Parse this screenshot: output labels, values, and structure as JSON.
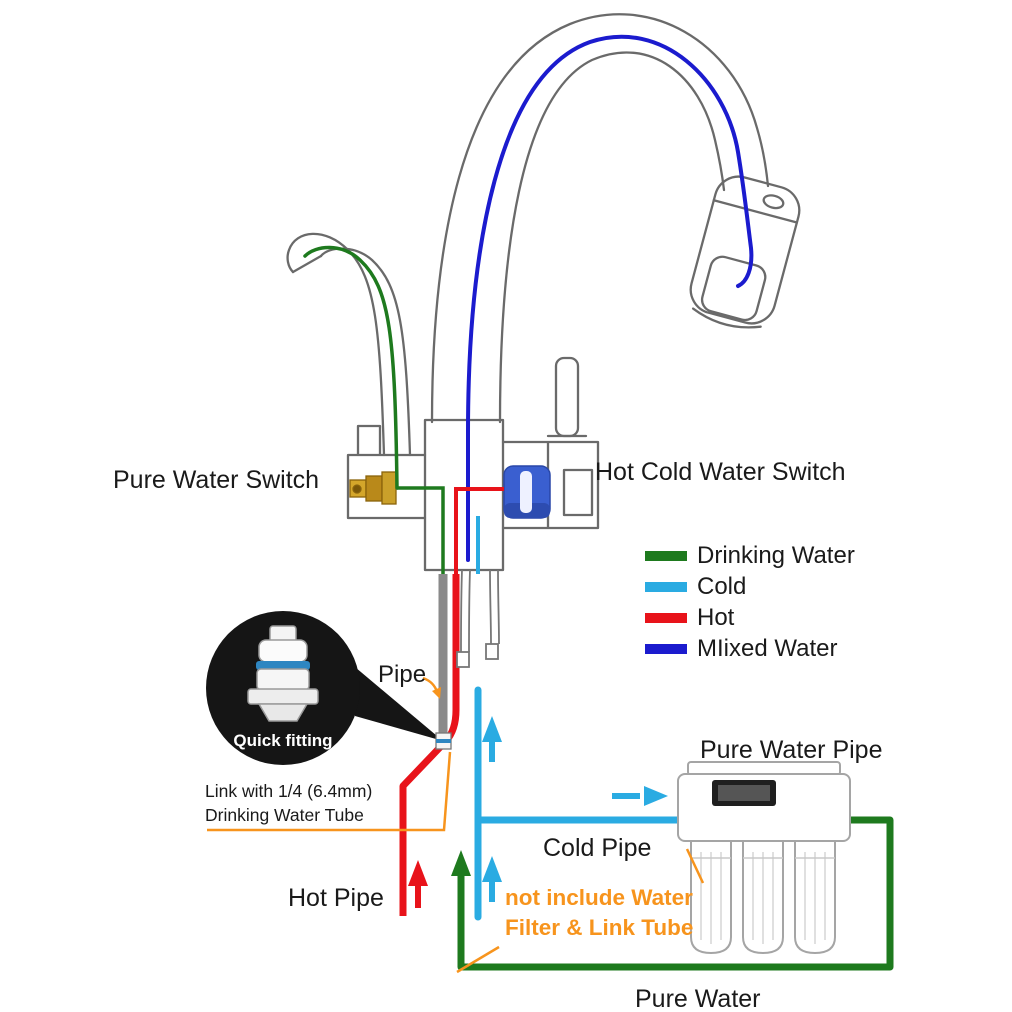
{
  "labels": {
    "pure_water_switch": "Pure Water Switch",
    "hot_cold_water_switch": "Hot Cold Water Switch",
    "pipe": "Pipe",
    "quick_fitting": "Quick fitting",
    "link_tube_line1": "Link with 1/4 (6.4mm)",
    "link_tube_line2": "Drinking Water Tube",
    "hot_pipe": "Hot Pipe",
    "cold_pipe": "Cold Pipe",
    "pure_water_pipe": "Pure Water Pipe",
    "not_include_line1": "not include Water",
    "not_include_line2": "Filter & Link Tube",
    "pure_water": "Pure Water"
  },
  "legend": {
    "items": [
      {
        "label": "Drinking Water",
        "color": "#1e7a1e"
      },
      {
        "label": "Cold",
        "color": "#2aabe2"
      },
      {
        "label": "Hot",
        "color": "#e8131a"
      },
      {
        "label": "MIixed Water",
        "color": "#1b1bce"
      }
    ]
  },
  "colors": {
    "drinking_water": "#1e7a1e",
    "cold_water": "#2aabe2",
    "hot_water": "#e8131a",
    "mixed_water": "#1b1bce",
    "annotation_orange": "#f7941d",
    "faucet_outline": "#6a6a6a",
    "callout_background": "#151515"
  }
}
